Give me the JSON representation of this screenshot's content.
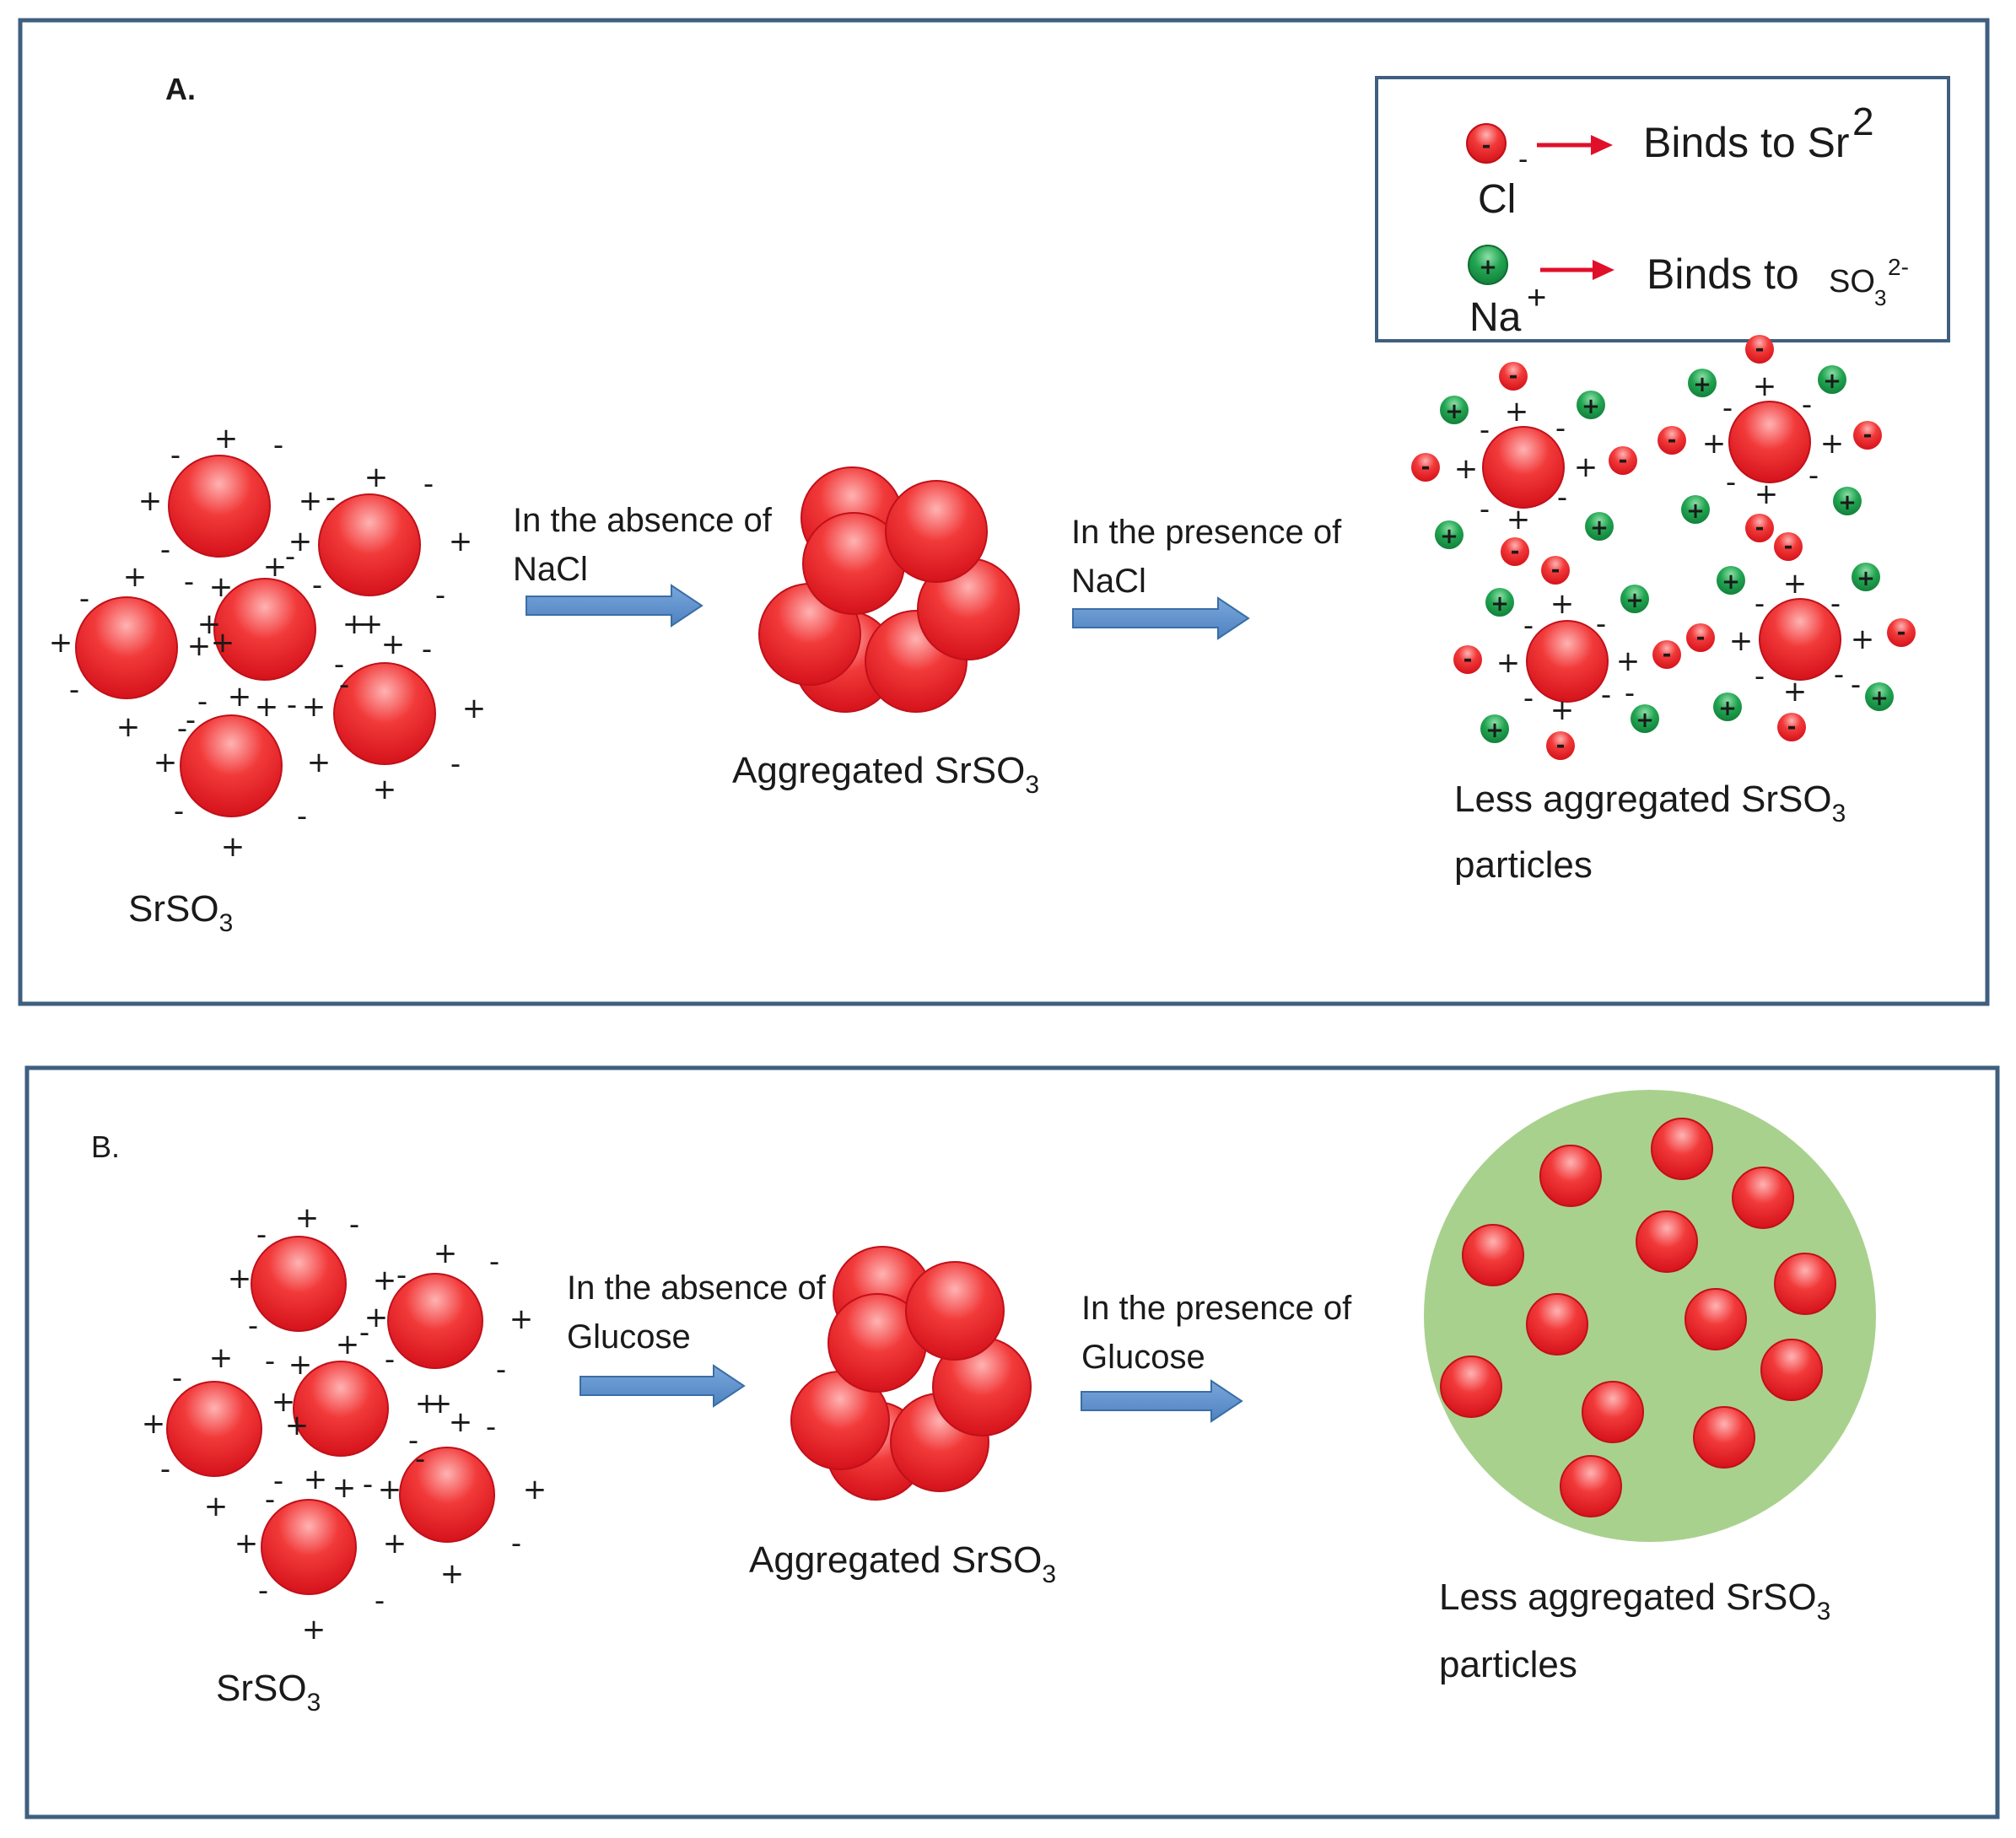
{
  "panel_a": {
    "label": "A.",
    "start_label": {
      "main": "SrSO",
      "sub": "3"
    },
    "arrow1": {
      "line1": "In the absence of",
      "line2": "NaCl"
    },
    "middle_label": {
      "main": "Aggregated SrSO",
      "sub": "3"
    },
    "arrow2": {
      "line1": "In the presence of",
      "line2": "NaCl"
    },
    "end_label": {
      "line1_main": "Less aggregated SrSO",
      "line1_sub": "3",
      "line2": "particles"
    },
    "legend": {
      "cl_ion": {
        "name": "Cl",
        "sup": "-",
        "glyph": "-",
        "desc": "Binds to Sr",
        "desc_sup": "2"
      },
      "na_ion": {
        "name": "Na",
        "sup": "+",
        "glyph": "+",
        "desc": "Binds to ",
        "desc_species": "SO",
        "desc_sub": "3",
        "desc_sup": "2-"
      }
    }
  },
  "panel_b": {
    "label": "B.",
    "start_label": {
      "main": "SrSO",
      "sub": "3"
    },
    "arrow1": {
      "line1": "In the absence of",
      "line2": "Glucose"
    },
    "middle_label": {
      "main": "Aggregated SrSO",
      "sub": "3"
    },
    "arrow2": {
      "line1": "In the presence of",
      "line2": "Glucose"
    },
    "end_label": {
      "line1_main": "Less aggregated SrSO",
      "line1_sub": "3",
      "line2": "particles"
    }
  },
  "colors": {
    "particle": "#e8202a",
    "particle_highlight": "#ff9a9a",
    "na_ion": "#1a9a4a",
    "cl_ion": "#e8202a",
    "arrow_fill": "#5b8fcb",
    "arrow_stroke": "#3a6ea5",
    "panel_border": "#3f5f7f",
    "glucose_fill": "#a9d18e",
    "legend_arrow": "#e0102a"
  }
}
